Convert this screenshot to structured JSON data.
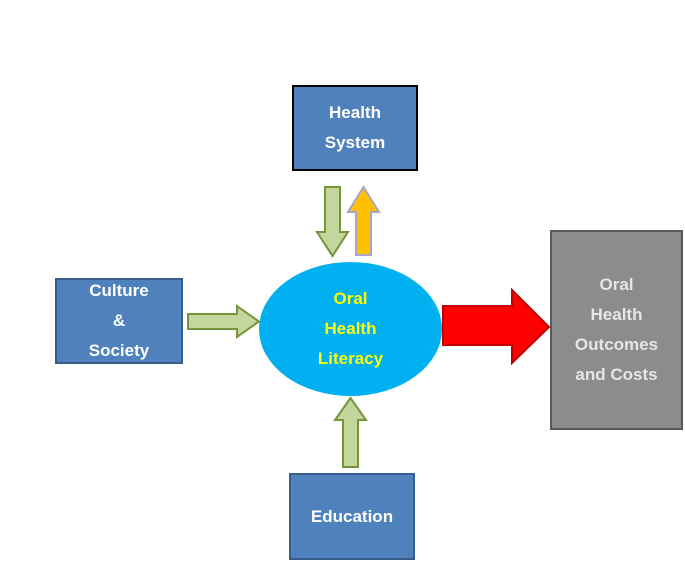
{
  "diagram": {
    "nodes": {
      "health_system": {
        "lines": [
          "Health",
          "System"
        ]
      },
      "culture_society": {
        "lines": [
          "Culture",
          "&",
          "Society"
        ]
      },
      "education": {
        "lines": [
          "Education"
        ]
      },
      "oral_health_literacy": {
        "lines": [
          "Oral",
          "Health",
          "Literacy"
        ]
      },
      "outcomes": {
        "lines": [
          "Oral",
          "Health",
          "Outcomes",
          "and Costs"
        ]
      }
    },
    "edges": [
      {
        "from": "health_system",
        "to": "oral_health_literacy",
        "color": "#c3d69b"
      },
      {
        "from": "oral_health_literacy",
        "to": "health_system",
        "color": "#ffc000"
      },
      {
        "from": "culture_society",
        "to": "oral_health_literacy",
        "color": "#c3d69b"
      },
      {
        "from": "education",
        "to": "oral_health_literacy",
        "color": "#c3d69b"
      },
      {
        "from": "oral_health_literacy",
        "to": "outcomes",
        "color": "#ff0000"
      }
    ],
    "colors": {
      "box_fill": "#4f81bd",
      "ellipse_fill": "#00b0f0",
      "ellipse_text": "#ffff00",
      "outcome_fill": "#8c8c8c",
      "input_arrow": "#c3d69b",
      "feedback_arrow": "#ffc000",
      "output_arrow": "#ff0000"
    }
  }
}
